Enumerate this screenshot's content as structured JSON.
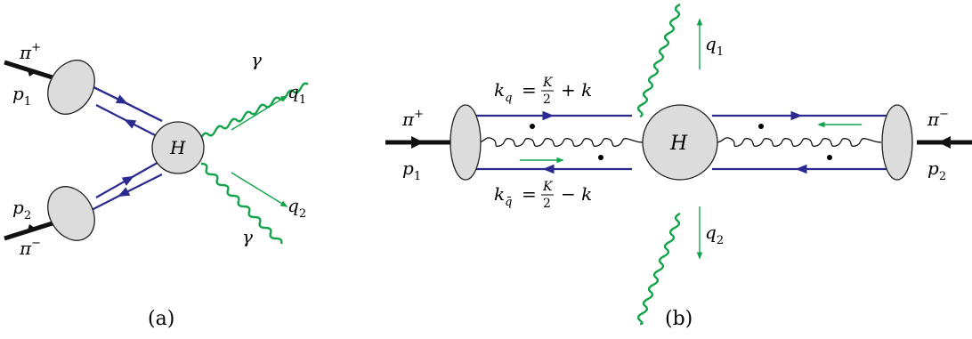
{
  "panels": [
    {
      "id": "a",
      "caption": "(a)",
      "labels": {
        "pi_plus": "π",
        "pi_plus_sup": "+",
        "p1": "p",
        "p1_sub": "1",
        "p2": "p",
        "p2_sub": "2",
        "pi_minus": "π",
        "pi_minus_sup": "−",
        "H": "H",
        "gamma_top": "γ",
        "gamma_bottom": "γ",
        "q1": "q",
        "q1_sub": "1",
        "q2": "q",
        "q2_sub": "2"
      }
    },
    {
      "id": "b",
      "caption": "(b)",
      "labels": {
        "pi_plus": "π",
        "pi_plus_sup": "+",
        "p1": "p",
        "p1_sub": "1",
        "pi_minus": "π",
        "pi_minus_sup": "−",
        "p2": "p",
        "p2_sub": "2",
        "H": "H",
        "q1": "q",
        "q1_sub": "1",
        "q2": "q",
        "q2_sub": "2",
        "kq": "k",
        "kq_sub": "q",
        "kq_eq": "=",
        "kq_frac_num": "K",
        "kq_frac_den": "2",
        "kq_rest": "+ k",
        "kqbar": "k",
        "kqbar_sub": "q̄",
        "kqbar_eq": "=",
        "kqbar_frac_num": "K",
        "kqbar_frac_den": "2",
        "kqbar_rest": "− k"
      }
    }
  ],
  "colors": {
    "quark_line": "#2b2b8f",
    "photon": "#13a34a",
    "blob_fill": "#dcdcdc"
  }
}
